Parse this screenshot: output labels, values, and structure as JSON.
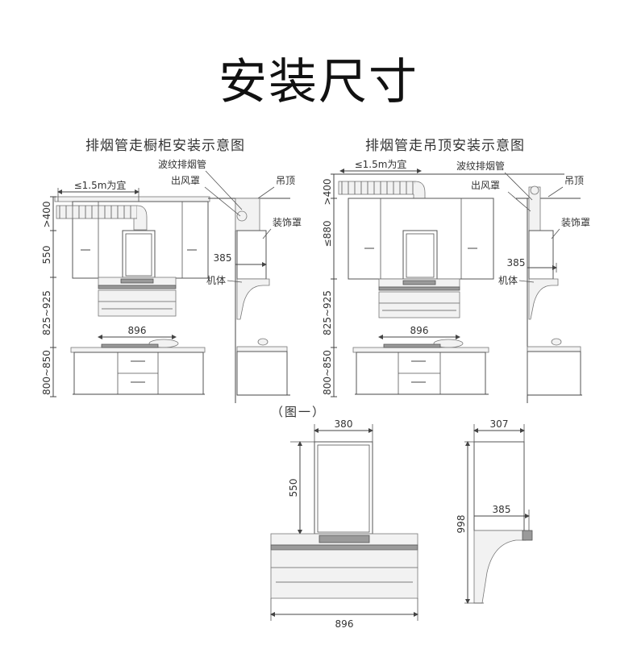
{
  "page_title": "安装尺寸",
  "diagram_left": {
    "title": "排烟管走橱柜安装示意图",
    "pipe_length": "≤1.5m为宜",
    "label_duct": "波纹排烟管",
    "label_outlet": "出风罩",
    "label_ceiling": "吊顶",
    "label_cover": "装饰罩",
    "label_body": "机体",
    "dim_top": ">400",
    "dim_550": "550",
    "dim_825": "825~925",
    "dim_800": "800~850",
    "dim_385": "385",
    "dim_896": "896"
  },
  "diagram_right": {
    "title": "排烟管走吊顶安装示意图",
    "pipe_length": "≤1.5m为宜",
    "label_duct": "波纹排烟管",
    "label_outlet": "出风罩",
    "label_ceiling": "吊顶",
    "label_cover": "装饰罩",
    "label_body": "机体",
    "dim_top": ">400",
    "dim_880": "≤880",
    "dim_825": "825~925",
    "dim_800": "800~850",
    "dim_385": "385",
    "dim_896": "896"
  },
  "figure_caption": "（图一）",
  "detail_front": {
    "dim_width_top": "380",
    "dim_height": "550",
    "dim_width_bottom": "896"
  },
  "detail_side": {
    "dim_width_top": "307",
    "dim_depth": "385",
    "dim_height": "998"
  }
}
